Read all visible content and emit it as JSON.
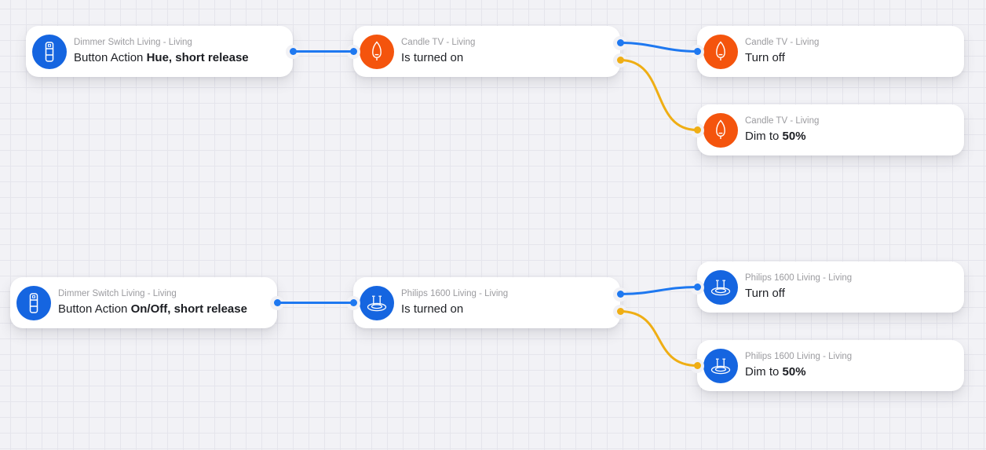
{
  "app": "advanced-flow-canvas",
  "colors": {
    "wire_blue": "#1e78f0",
    "wire_yellow": "#efae14",
    "icon_blue": "#1565e0",
    "icon_orange": "#f4540d",
    "canvas_bg": "#f2f2f6",
    "grid_line": "#e5e5ec"
  },
  "nodes": [
    {
      "id": "trigger-hue",
      "subtitle": "Dimmer Switch Living - Living",
      "title_prefix": "Button Action ",
      "title_bold": "Hue, short release",
      "icon": "dimmer-switch-icon"
    },
    {
      "id": "condition-candle-tv",
      "subtitle": "Candle TV - Living",
      "title_prefix": "Is turned on",
      "title_bold": "",
      "icon": "candle-bulb-icon"
    },
    {
      "id": "action-candle-turn-off",
      "subtitle": "Candle TV - Living",
      "title_prefix": "Turn off",
      "title_bold": "",
      "icon": "candle-bulb-icon"
    },
    {
      "id": "action-candle-dim",
      "subtitle": "Candle TV - Living",
      "title_prefix": "Dim to ",
      "title_bold": "50%",
      "icon": "candle-bulb-icon"
    },
    {
      "id": "trigger-onoff",
      "subtitle": "Dimmer Switch Living - Living",
      "title_prefix": "Button Action ",
      "title_bold": "On/Off, short release",
      "icon": "dimmer-switch-icon"
    },
    {
      "id": "condition-philips-1600",
      "subtitle": "Philips 1600 Living - Living",
      "title_prefix": "Is turned on",
      "title_bold": "",
      "icon": "ceiling-light-icon"
    },
    {
      "id": "action-philips-turn-off",
      "subtitle": "Philips 1600 Living - Living",
      "title_prefix": "Turn off",
      "title_bold": "",
      "icon": "ceiling-light-icon"
    },
    {
      "id": "action-philips-dim",
      "subtitle": "Philips 1600 Living - Living",
      "title_prefix": "Dim to ",
      "title_bold": "50%",
      "icon": "ceiling-light-icon"
    }
  ],
  "connections": [
    {
      "from": "trigger-hue",
      "to": "condition-candle-tv",
      "color": "blue"
    },
    {
      "from": "condition-candle-tv",
      "branch": "true",
      "to": "action-candle-turn-off",
      "color": "blue"
    },
    {
      "from": "condition-candle-tv",
      "branch": "false",
      "to": "action-candle-dim",
      "color": "yellow"
    },
    {
      "from": "trigger-onoff",
      "to": "condition-philips-1600",
      "color": "blue"
    },
    {
      "from": "condition-philips-1600",
      "branch": "true",
      "to": "action-philips-turn-off",
      "color": "blue"
    },
    {
      "from": "condition-philips-1600",
      "branch": "false",
      "to": "action-philips-dim",
      "color": "yellow"
    }
  ]
}
